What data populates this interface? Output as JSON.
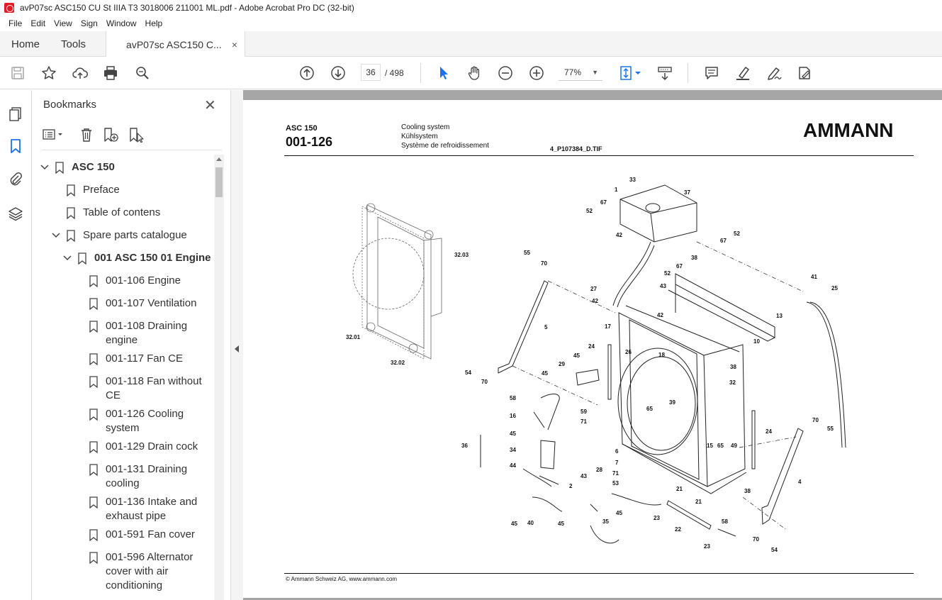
{
  "window": {
    "title": "avP07sc ASC150 CU St IIIA T3 3018006 211001 ML.pdf - Adobe Acrobat Pro DC (32-bit)"
  },
  "menu": [
    "File",
    "Edit",
    "View",
    "Sign",
    "Window",
    "Help"
  ],
  "tabs": {
    "home": "Home",
    "tools": "Tools",
    "document": "avP07sc ASC150 C...",
    "close": "×"
  },
  "toolbar": {
    "page_current": "36",
    "page_total": "/ 498",
    "zoom": "77%",
    "icons": [
      "save-icon",
      "bookmark-star-icon",
      "upload-cloud-icon",
      "print-icon",
      "find-icon",
      "prev-page-icon",
      "next-page-icon",
      "select-cursor-icon",
      "hand-icon",
      "zoom-out-icon",
      "zoom-in-icon",
      "fit-page-icon",
      "scroll-mode-icon",
      "comment-icon",
      "highlight-icon",
      "sign-icon",
      "fill-sign-icon"
    ]
  },
  "bookmarks": {
    "title": "Bookmarks",
    "close": "✕",
    "items": [
      {
        "label": "ASC 150",
        "bold": true
      },
      {
        "label": "Preface"
      },
      {
        "label": "Table of contens"
      },
      {
        "label": "Spare parts catalogue"
      },
      {
        "label": "001 ASC 150 01 Engine",
        "bold": true
      },
      {
        "label": "001-106 Engine"
      },
      {
        "label": "001-107 Ventilation"
      },
      {
        "label": "001-108 Draining",
        "line2": "engine"
      },
      {
        "label": "001-117 Fan CE"
      },
      {
        "label": "001-118 Fan without",
        "line2": "CE"
      },
      {
        "label": "001-126 Cooling",
        "line2": "system"
      },
      {
        "label": "001-129 Drain cock"
      },
      {
        "label": "001-131 Draining",
        "line2": "cooling"
      },
      {
        "label": "001-136 Intake and",
        "line2": "exhaust pipe"
      },
      {
        "label": "001-591 Fan cover"
      },
      {
        "label": "001-596 Alternator",
        "line2": "cover with air",
        "line3": "conditioning"
      }
    ]
  },
  "document_page": {
    "model": "ASC 150",
    "code": "001-126",
    "subtitle_en": "Cooling system",
    "subtitle_de": "Kühlsystem",
    "subtitle_fr": "Système de refroidissement",
    "file_ref": "4_P107384_D.TIF",
    "logo": "AMMANN",
    "footer": "© Ammann Schweiz AG, www.ammann.com",
    "callouts": [
      "1",
      "33",
      "37",
      "52",
      "67",
      "42",
      "52",
      "67",
      "38",
      "67",
      "43",
      "52",
      "55",
      "70",
      "27",
      "42",
      "41",
      "25",
      "13",
      "10",
      "5",
      "17",
      "42",
      "18",
      "32.03",
      "32.01",
      "32.02",
      "24",
      "26",
      "45",
      "29",
      "54",
      "70",
      "45",
      "58",
      "38",
      "32",
      "39",
      "65",
      "16",
      "59",
      "71",
      "45",
      "24",
      "15",
      "65",
      "49",
      "70",
      "55",
      "36",
      "34",
      "6",
      "7",
      "44",
      "71",
      "28",
      "43",
      "53",
      "21",
      "38",
      "4",
      "2",
      "21",
      "45",
      "40",
      "45",
      "35",
      "23",
      "58",
      "22",
      "70",
      "54",
      "23",
      "45"
    ]
  }
}
